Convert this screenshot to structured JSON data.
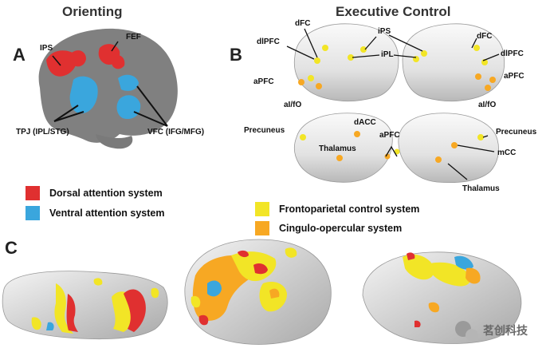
{
  "panel_a": {
    "letter": "A",
    "title": "Orienting",
    "labels": {
      "ips": "IPS",
      "fef": "FEF",
      "tpj": "TPJ (IPL/STG)",
      "vfc": "VFC (IFG/MFG)"
    },
    "legend": [
      {
        "label": "Dorsal attention system",
        "color": "#e03030"
      },
      {
        "label": "Ventral attention system",
        "color": "#3aa6dd"
      }
    ]
  },
  "panel_b": {
    "letter": "B",
    "title": "Executive Control",
    "labels": {
      "dfc_left": "dFC",
      "dlpfc_left": "dlPFC",
      "apfc_left": "aPFC",
      "aifo_left": "aI/fO",
      "ips": "iPS",
      "ipl": "iPL",
      "dfc_right": "dFC",
      "dlpfc_right": "dlPFC",
      "apfc_right": "aPFC",
      "aifo_right": "aI/fO",
      "precuneus_left": "Precuneus",
      "dacc": "dACC",
      "thalamus_left": "Thalamus",
      "apfc_mid": "aPFC",
      "precuneus_right": "Precuneus",
      "mcc": "mCC",
      "thalamus_right": "Thalamus"
    },
    "legend": [
      {
        "label": "Frontoparietal control system",
        "color": "#f2e526"
      },
      {
        "label": "Cingulo-opercular system",
        "color": "#f7a823"
      }
    ]
  },
  "panel_c": {
    "letter": "C"
  },
  "watermark": {
    "text": "茗创科技"
  }
}
